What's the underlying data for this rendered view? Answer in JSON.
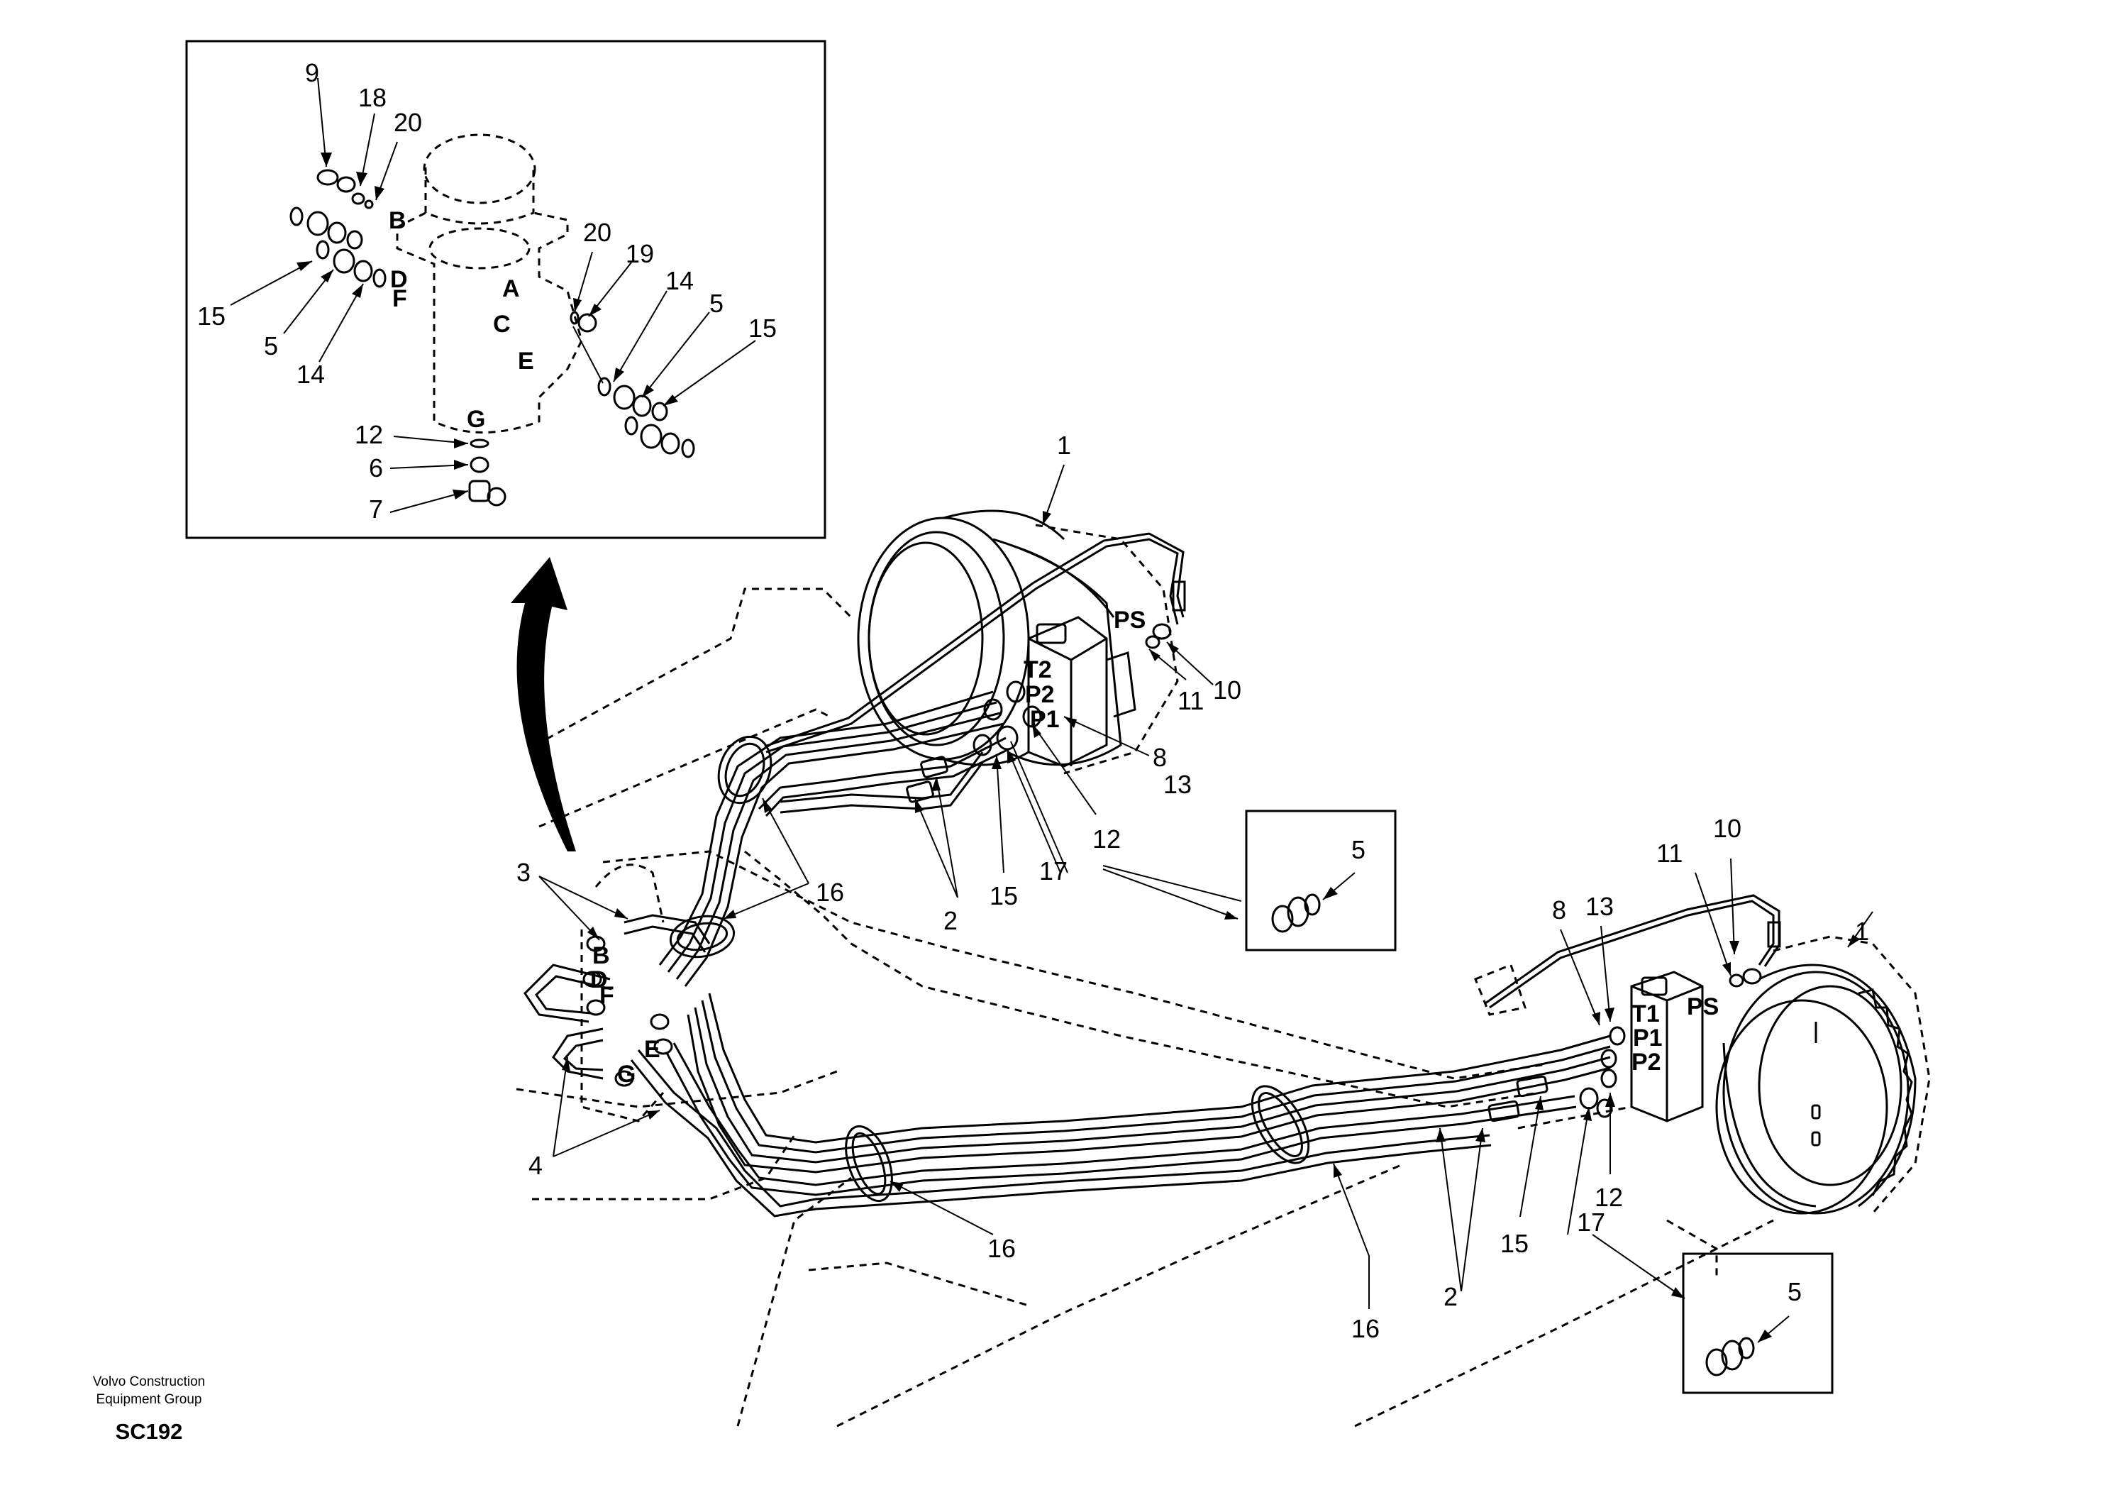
{
  "footer": {
    "company_line1": "Volvo Construction",
    "company_line2": "Equipment Group",
    "code": "SC192"
  },
  "inset": {
    "callouts": [
      "9",
      "18",
      "20",
      "15",
      "5",
      "14",
      "20",
      "19",
      "14",
      "5",
      "15",
      "12",
      "6",
      "7"
    ],
    "ports": [
      "B",
      "D",
      "F",
      "A",
      "C",
      "E",
      "G"
    ]
  },
  "main": {
    "callouts_left_motor": [
      "1",
      "10",
      "11",
      "8",
      "13",
      "12",
      "15",
      "17",
      "2"
    ],
    "ports_left_motor": [
      "PS",
      "T2",
      "P2",
      "P1"
    ],
    "callouts_joint": [
      "3",
      "4",
      "16",
      "16"
    ],
    "ports_joint": [
      "B",
      "D",
      "F",
      "E",
      "G"
    ],
    "callouts_right_motor": [
      "1",
      "10",
      "11",
      "13",
      "8",
      "15",
      "17",
      "12",
      "2",
      "16"
    ],
    "ports_right_motor": [
      "T1",
      "P1",
      "P2",
      "PS"
    ]
  },
  "detail_boxes": [
    {
      "callout": "5"
    },
    {
      "callout": "5"
    }
  ]
}
